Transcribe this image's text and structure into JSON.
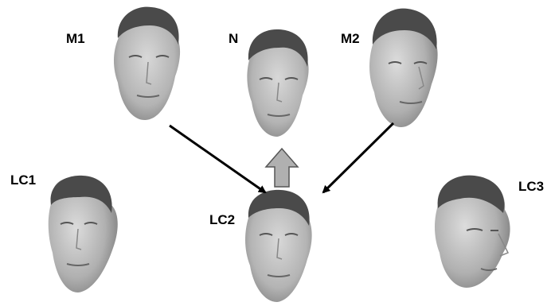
{
  "labels": {
    "m1": "M1",
    "n": "N",
    "m2": "M2",
    "lc1": "LC1",
    "lc2": "LC2",
    "lc3": "LC3"
  },
  "colors": {
    "arrow": "#000000",
    "block_arrow_fill": "#b0b0b0",
    "block_arrow_stroke": "#555555",
    "face_dark": "#4a4a4a",
    "face_skin": "#c9c9c9",
    "face_shadow": "#8a8a8a"
  }
}
